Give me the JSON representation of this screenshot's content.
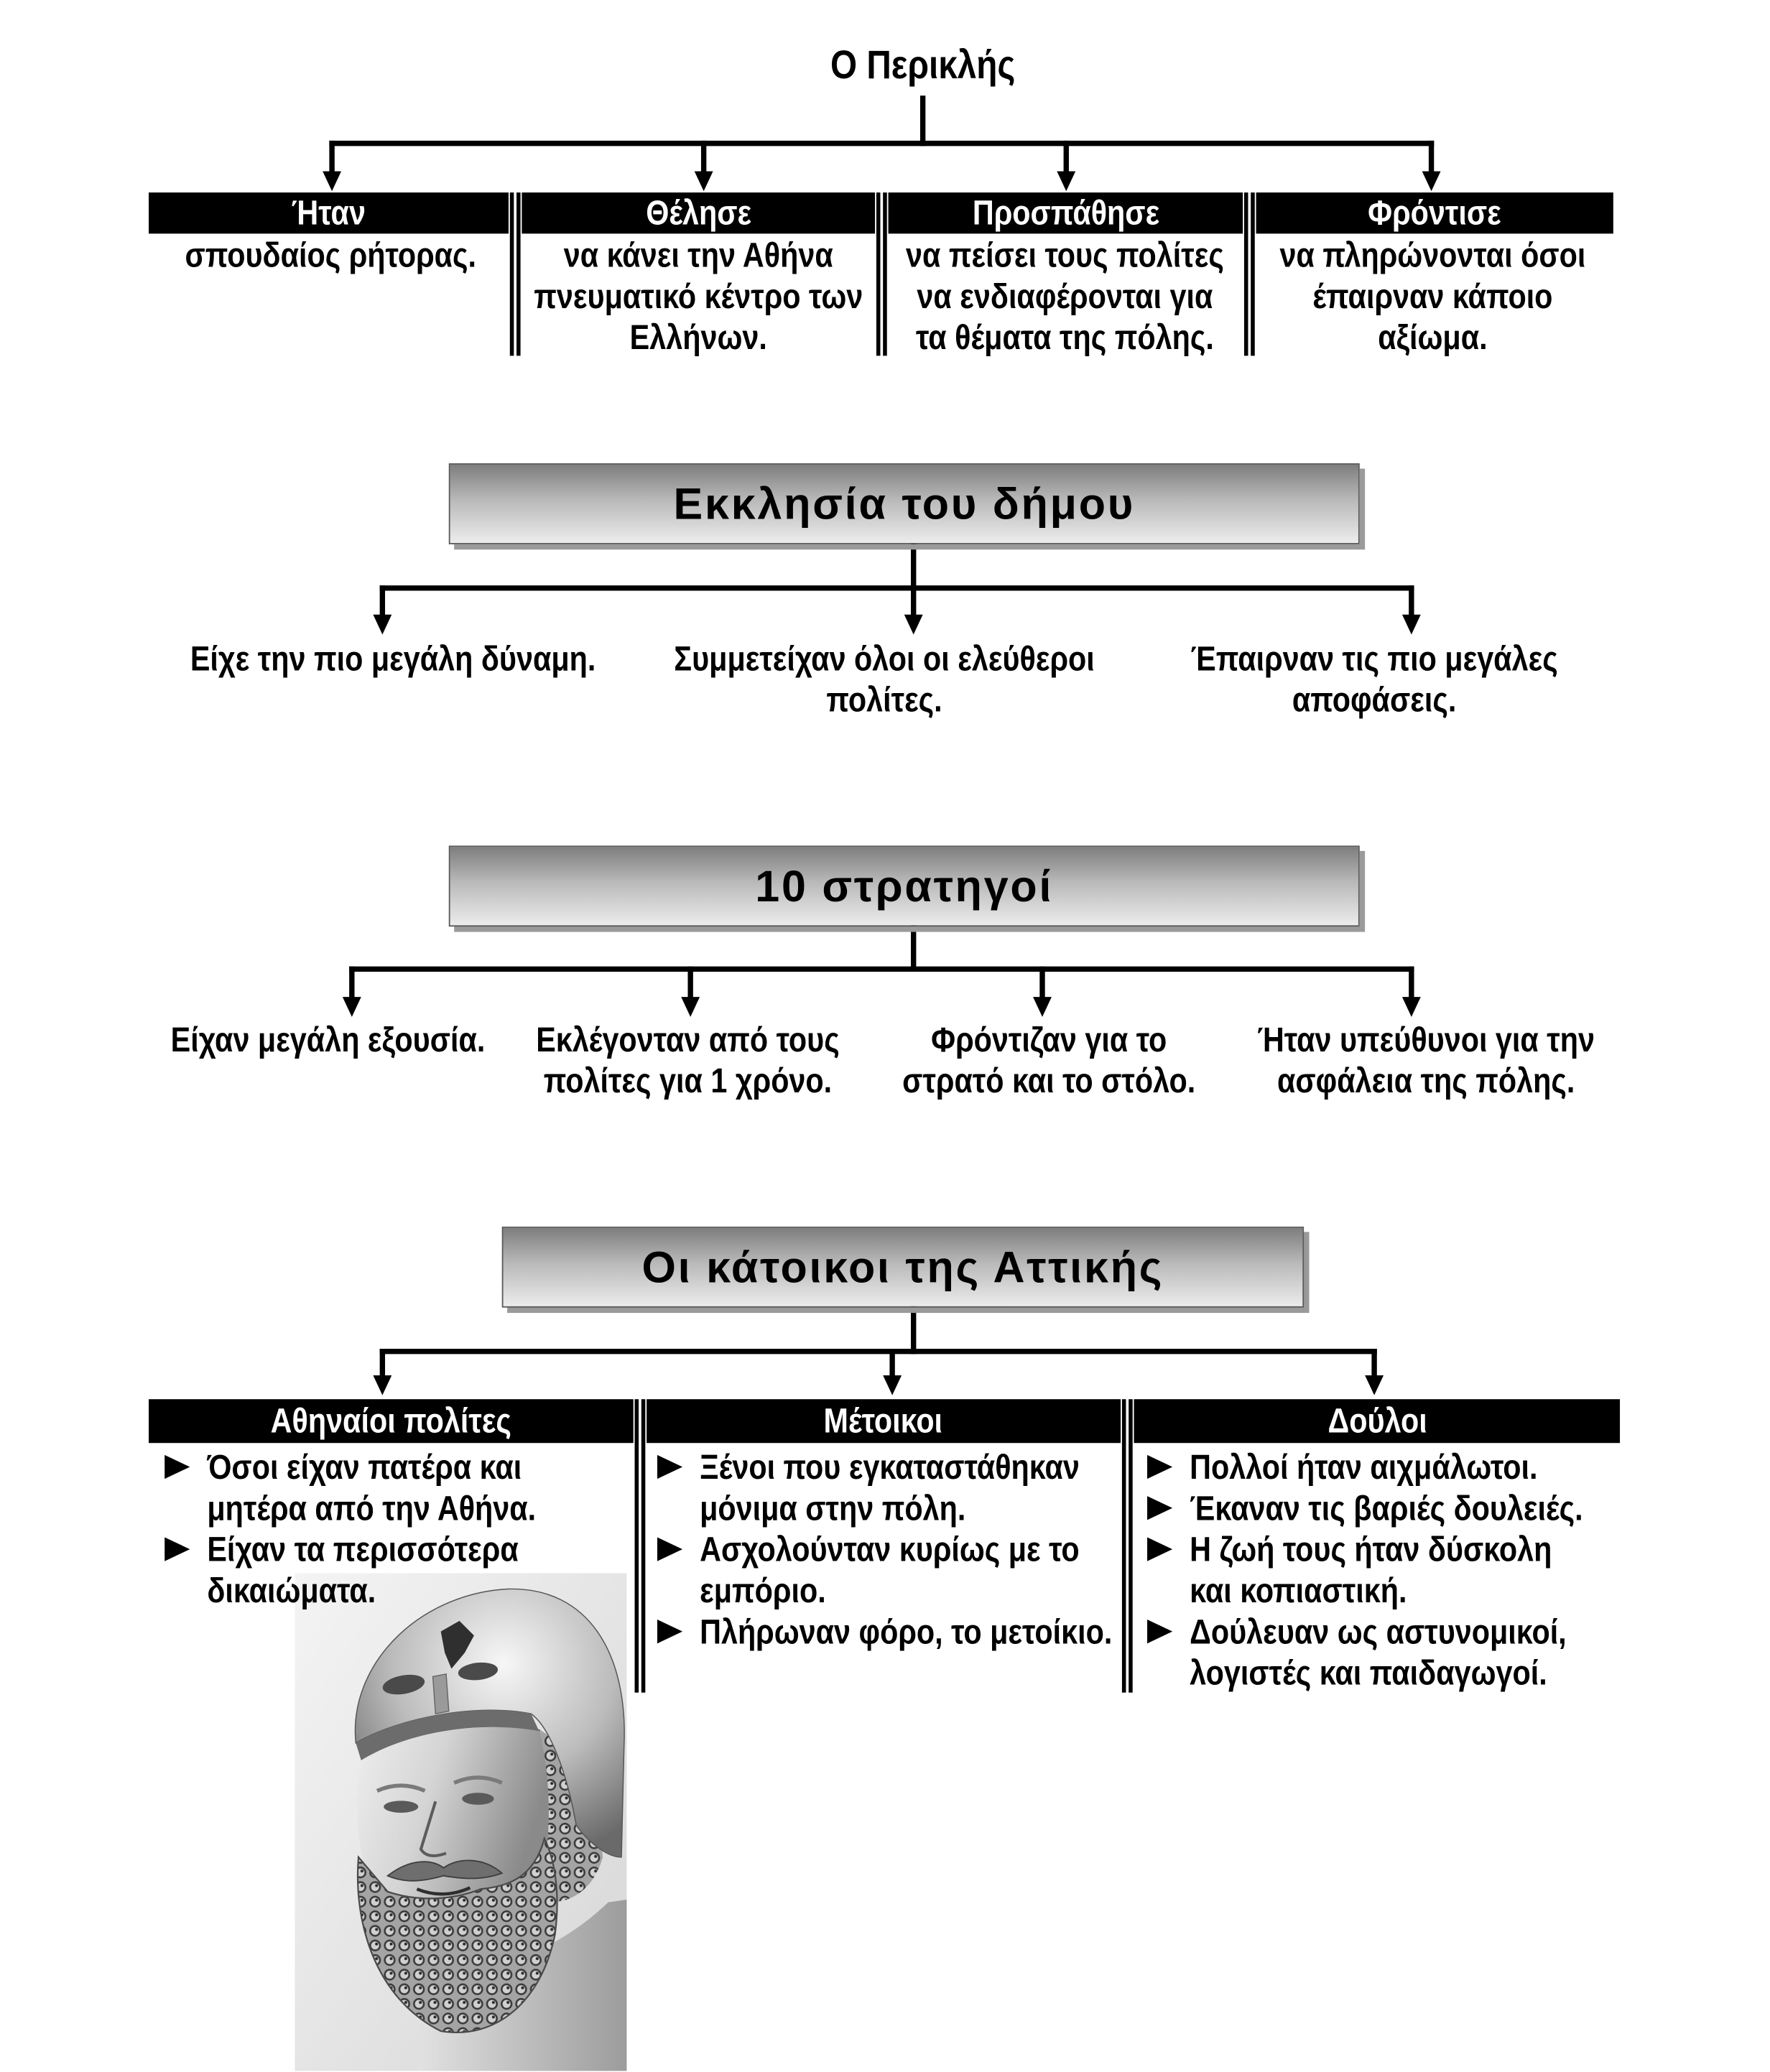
{
  "colors": {
    "header_bar": "#000000",
    "header_text": "#ffffff",
    "connector": "#000000"
  },
  "pericles": {
    "title": "Ο Περικλής",
    "columns": [
      {
        "heading": "Ήταν",
        "lines": [
          "σπουδαίος ρήτορας."
        ]
      },
      {
        "heading": "Θέλησε",
        "lines": [
          "να κάνει την Αθήνα",
          "πνευματικό κέντρο των",
          "Ελλήνων."
        ]
      },
      {
        "heading": "Προσπάθησε",
        "lines": [
          "να πείσει τους πολίτες",
          "να ενδιαφέρονται για",
          "τα θέματα της πόλης."
        ]
      },
      {
        "heading": "Φρόντισε",
        "lines": [
          "να πληρώνονται όσοι",
          "έπαιρναν κάποιο",
          "αξίωμα."
        ]
      }
    ]
  },
  "assembly": {
    "title": "Εκκλησία του δήμου",
    "facts": [
      {
        "lines": [
          "Είχε την πιο μεγάλη δύναμη."
        ]
      },
      {
        "lines": [
          "Συμμετείχαν όλοι οι ελεύθεροι",
          "πολίτες."
        ]
      },
      {
        "lines": [
          "Έπαιρναν τις πιο μεγάλες",
          "αποφάσεις."
        ]
      }
    ]
  },
  "generals": {
    "title": "10 στρατηγοί",
    "facts": [
      {
        "lines": [
          "Είχαν μεγάλη εξουσία."
        ]
      },
      {
        "lines": [
          "Εκλέγονταν από τους",
          "πολίτες για 1 χρόνο."
        ]
      },
      {
        "lines": [
          "Φρόντιζαν για το",
          "στρατό και το στόλο."
        ]
      },
      {
        "lines": [
          "Ήταν υπεύθυνοι για την",
          "ασφάλεια της πόλης."
        ]
      }
    ]
  },
  "inhabitants": {
    "title": "Οι κάτοικοι της Αττικής",
    "groups": [
      {
        "heading": "Αθηναίοι πολίτες",
        "bullets": [
          {
            "lines": [
              "Όσοι είχαν πατέρα και",
              "μητέρα από την Αθήνα."
            ]
          },
          {
            "lines": [
              "Είχαν τα περισσότερα",
              "δικαιώματα."
            ]
          }
        ]
      },
      {
        "heading": "Μέτοικοι",
        "bullets": [
          {
            "lines": [
              "Ξένοι που εγκαταστάθηκαν",
              "μόνιμα στην πόλη."
            ]
          },
          {
            "lines": [
              "Ασχολούνταν κυρίως με το",
              "εμπόριο."
            ]
          },
          {
            "lines": [
              "Πλήρωναν φόρο, το μετοίκιο."
            ]
          }
        ]
      },
      {
        "heading": "Δούλοι",
        "bullets": [
          {
            "lines": [
              "Πολλοί ήταν αιχμάλωτοι."
            ]
          },
          {
            "lines": [
              "Έκαναν τις βαριές δουλειές."
            ]
          },
          {
            "lines": [
              "Η ζωή τους ήταν δύσκολη",
              "και κοπιαστική."
            ]
          },
          {
            "lines": [
              "Δούλευαν ως αστυνομικοί,",
              "λογιστές και παιδαγωγοί."
            ]
          }
        ]
      }
    ]
  }
}
